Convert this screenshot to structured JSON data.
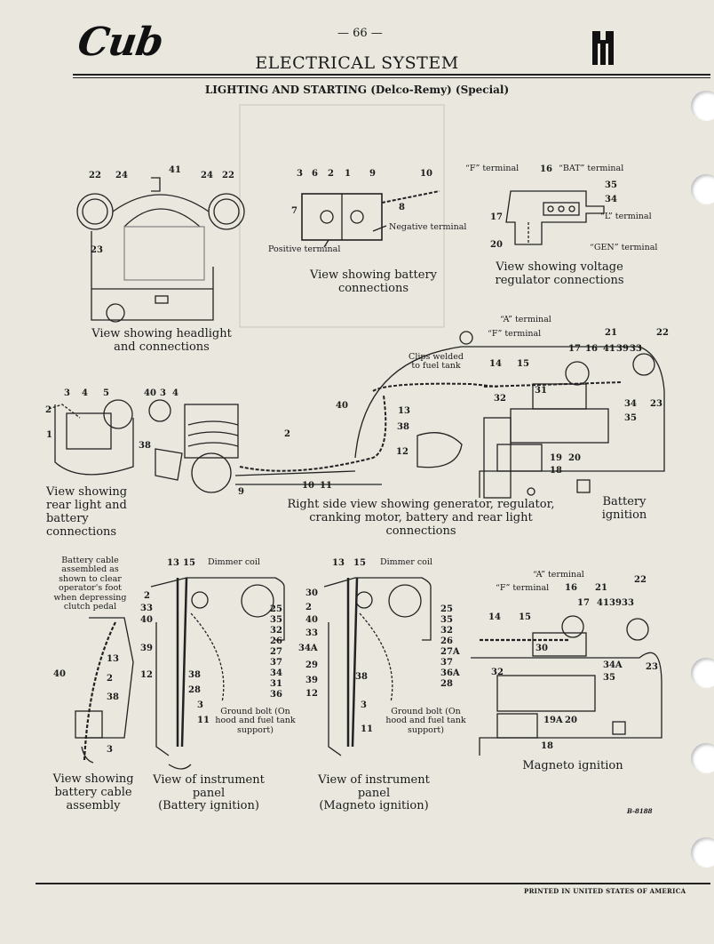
{
  "header": {
    "brand_logo_text": "Cub",
    "page_number": "— 66 —",
    "title": "ELECTRICAL SYSTEM",
    "subtitle": "LIGHTING AND STARTING (Delco-Remy) (Special)",
    "ih_logo": "ih-logo-icon"
  },
  "figures": {
    "headlight": {
      "caption": "View showing headlight and connections",
      "callouts": [
        "22",
        "24",
        "41",
        "24",
        "22",
        "23"
      ]
    },
    "battery": {
      "caption": "View showing battery connections",
      "callouts": [
        "3",
        "6",
        "2",
        "1",
        "9",
        "10",
        "7",
        "8"
      ],
      "negative_label": "Negative terminal",
      "positive_label": "Positive terminal"
    },
    "regulator": {
      "caption": "View showing voltage regulator connections",
      "f_terminal": "“F” terminal",
      "bat_terminal": "“BAT” terminal",
      "l_terminal": "“L” terminal",
      "gen_terminal": "“GEN” terminal",
      "callouts": [
        "16",
        "35",
        "34",
        "17",
        "20"
      ]
    },
    "rear_light": {
      "caption": "View showing rear light and battery connections",
      "callouts": [
        "3",
        "4",
        "5",
        "40",
        "3",
        "4",
        "2",
        "1",
        "38",
        "9"
      ]
    },
    "right_side": {
      "caption": "Right side view showing generator, regulator, cranking motor, battery and rear light connections",
      "clips_label": "Clips welded to fuel tank",
      "a_terminal": "“A” terminal",
      "f_terminal": "“F” terminal",
      "callouts": [
        "40",
        "13",
        "38",
        "2",
        "12",
        "10",
        "11",
        "14",
        "15",
        "32",
        "31",
        "21",
        "22",
        "17",
        "16",
        "41",
        "39",
        "33",
        "34",
        "35",
        "23",
        "19",
        "20",
        "18"
      ]
    },
    "battery_ignition_label": "Battery ignition",
    "battery_cable": {
      "note": "Battery cable assembled as shown to clear operator's foot when depressing clutch pedal",
      "caption": "View showing battery cable assembly",
      "callouts": [
        "13",
        "40",
        "2",
        "38",
        "3"
      ]
    },
    "panel_battery": {
      "caption_line1": "View of instrument panel",
      "caption_line2": "(Battery ignition)",
      "dimmer_label": "Dimmer coil",
      "ground_label": "Ground bolt (On hood and fuel tank support)",
      "left_callouts": [
        "13",
        "15",
        "2",
        "33",
        "40",
        "39",
        "12",
        "38",
        "28",
        "3",
        "11"
      ],
      "right_callouts": [
        "25",
        "35",
        "32",
        "26",
        "27",
        "37",
        "34",
        "31",
        "36"
      ]
    },
    "panel_magneto": {
      "caption_line1": "View of instrument panel",
      "caption_line2": "(Magneto ignition)",
      "dimmer_label": "Dimmer coil",
      "ground_label": "Ground bolt (On hood and fuel tank support)",
      "left_callouts": [
        "13",
        "15",
        "30",
        "2",
        "40",
        "33",
        "34A",
        "29",
        "39",
        "12",
        "38",
        "3",
        "11"
      ],
      "right_callouts": [
        "25",
        "35",
        "32",
        "26",
        "27A",
        "37",
        "36A",
        "28"
      ]
    },
    "magneto": {
      "caption": "Magneto ignition",
      "a_terminal": "“A” terminal",
      "f_terminal": "“F” terminal",
      "callouts": [
        "22",
        "16",
        "21",
        "17",
        "41",
        "39",
        "33",
        "14",
        "15",
        "30",
        "34A",
        "23",
        "35",
        "32",
        "19A",
        "20",
        "18"
      ]
    }
  },
  "footer": {
    "reference": "B-8188",
    "printed": "PRINTED IN UNITED STATES OF AMERICA"
  }
}
